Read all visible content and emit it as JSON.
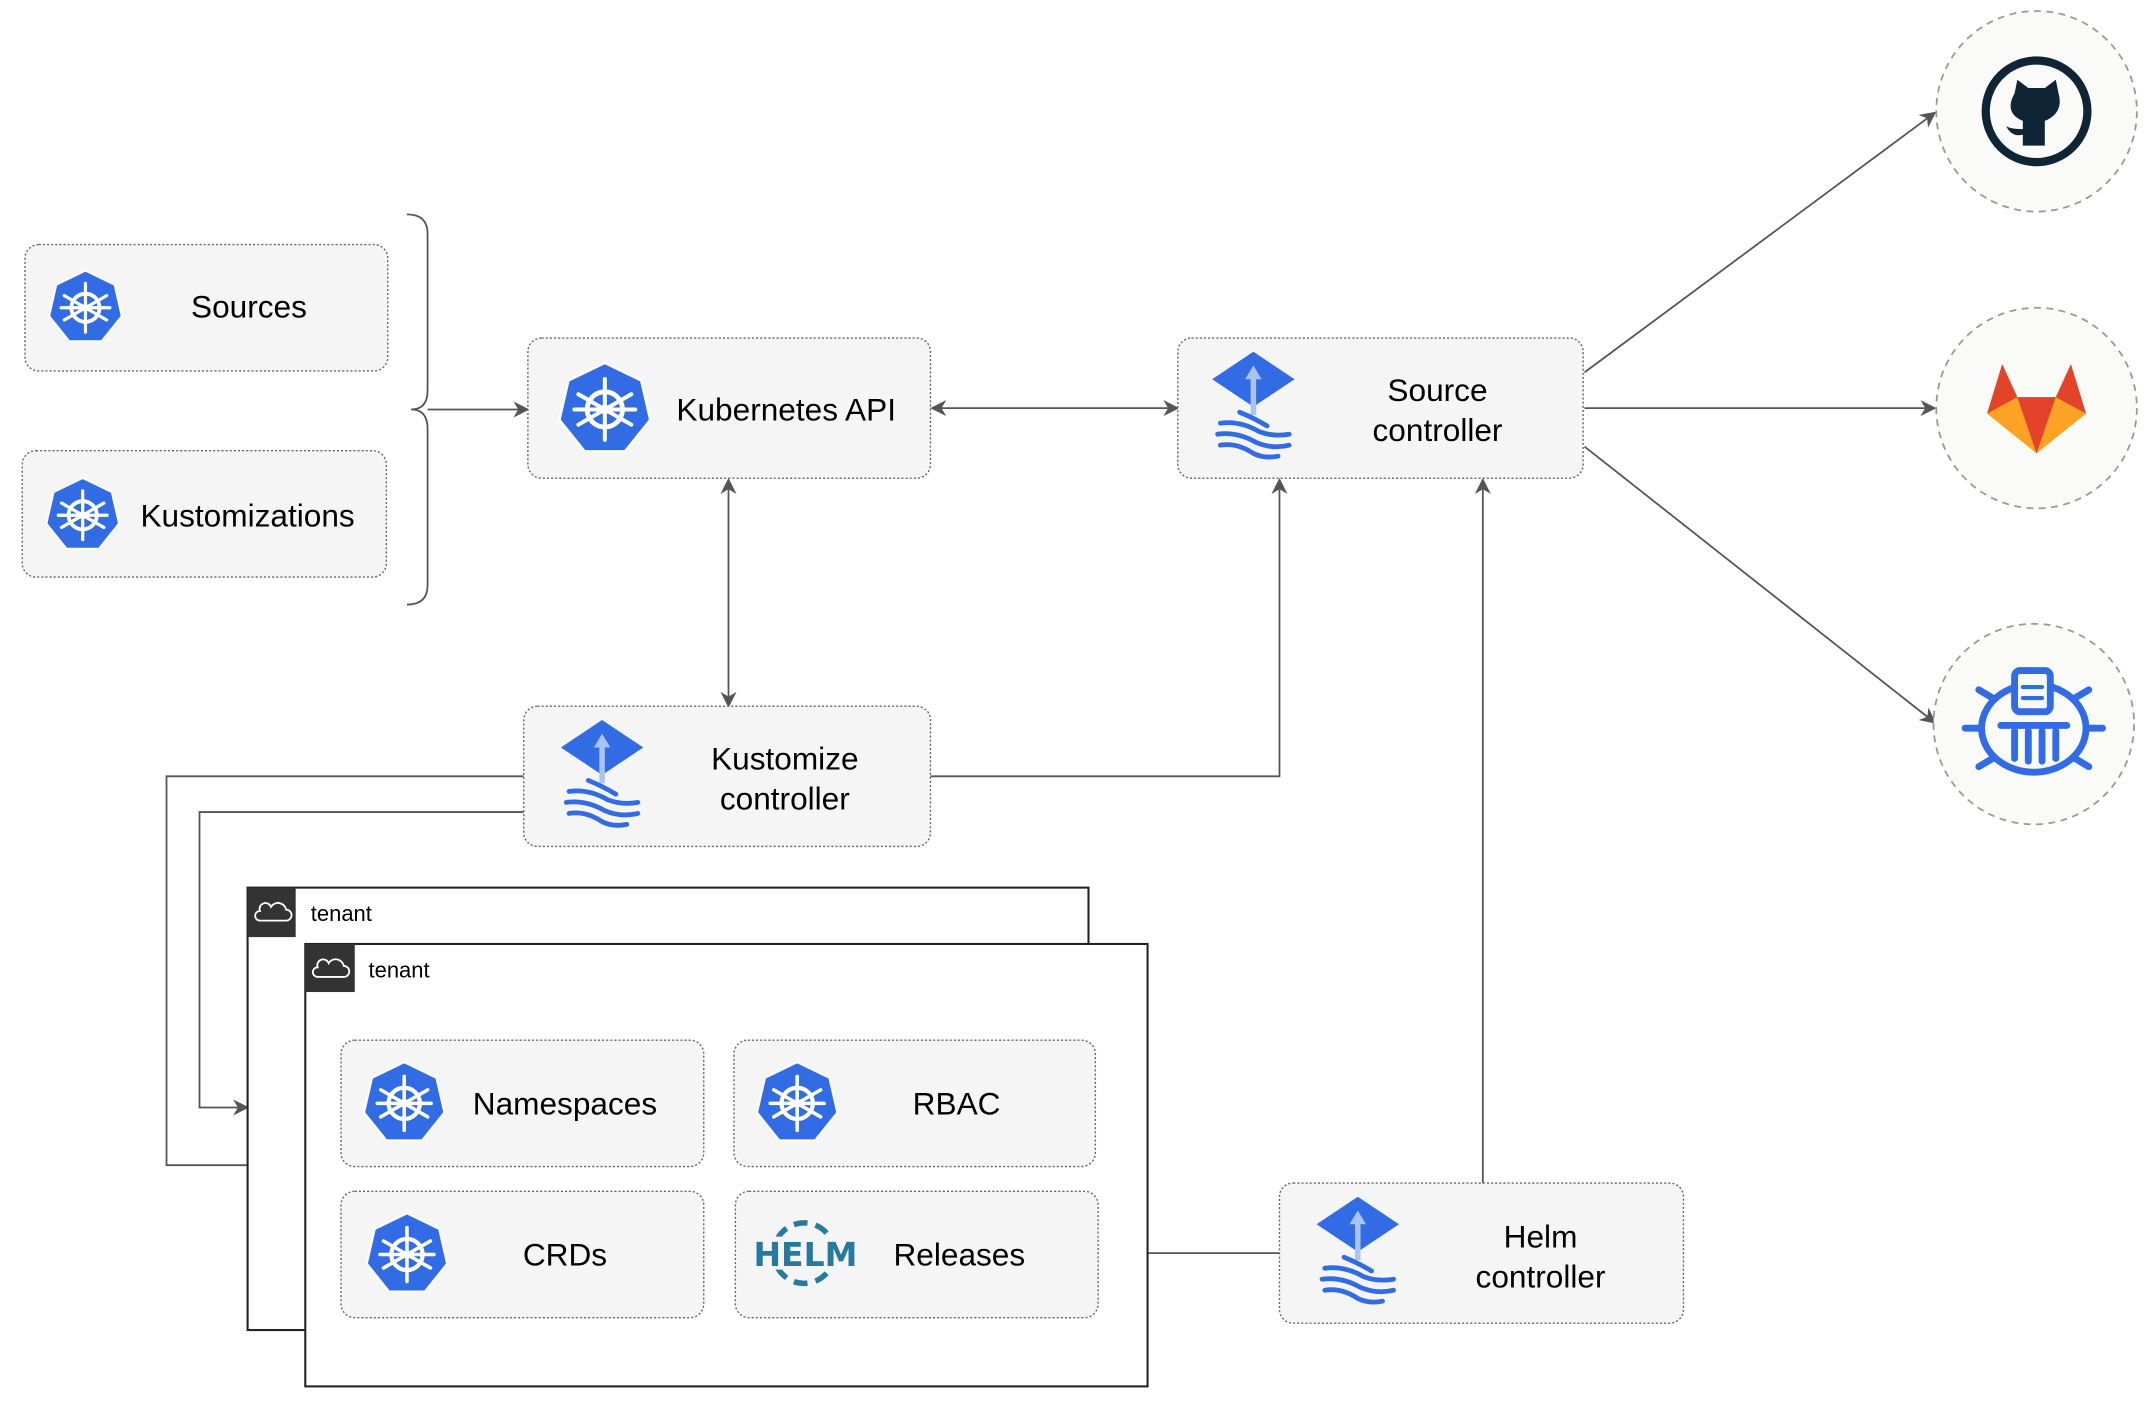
{
  "nodes": {
    "sources": "Sources",
    "kustomizations": "Kustomizations",
    "kubernetes_api": "Kubernetes API",
    "source_controller": [
      "Source",
      "controller"
    ],
    "kustomize_controller": [
      "Kustomize",
      "controller"
    ],
    "helm_controller": [
      "Helm",
      "controller"
    ],
    "namespaces": "Namespaces",
    "rbac": "RBAC",
    "crds": "CRDs",
    "releases": "Releases",
    "helm_logo": "HELM"
  },
  "groups": {
    "tenant_back": "tenant",
    "tenant_front": "tenant"
  },
  "external_sources": [
    "github-icon",
    "gitlab-icon",
    "bucket-icon"
  ],
  "colors": {
    "k8s_blue": "#326ce5",
    "edge": "#555555",
    "box_fill": "#f5f5f5",
    "gitlab_orange": "#e24329",
    "gitlab_yellow": "#fca326",
    "github_dark": "#0f2435",
    "helm_blue": "#277a9f"
  }
}
